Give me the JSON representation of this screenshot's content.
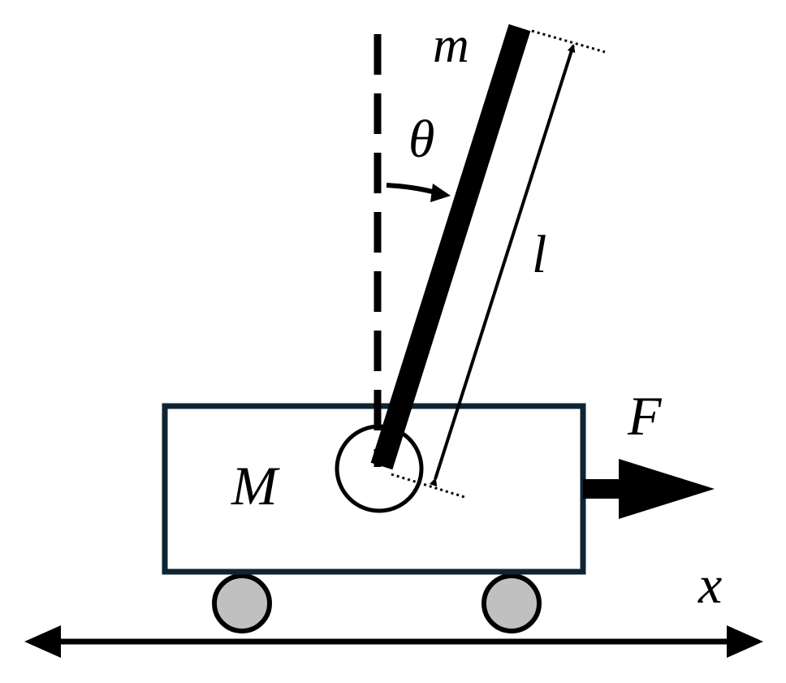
{
  "labels": {
    "pendulum_mass": "m",
    "angle": "θ",
    "length": "l",
    "cart_mass": "M",
    "force": "F",
    "position": "x"
  },
  "colors": {
    "cart_outline": "#0f2433",
    "wheel_fill": "#c0c0c0",
    "ink": "#000000",
    "background": "#ffffff"
  }
}
